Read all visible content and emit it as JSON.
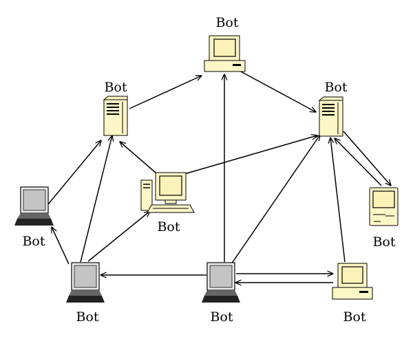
{
  "diagram": {
    "colors": {
      "device_fill": "#fdf6c6",
      "screen_fill": "#fbf2b7",
      "laptop_screen": "#c4c4c4",
      "outline": "#000000",
      "edge": "#000000"
    },
    "nodes": [
      {
        "id": "top-desktop",
        "label": "Bot",
        "device": "desktop-pc"
      },
      {
        "id": "left-server",
        "label": "Bot",
        "device": "tower-server"
      },
      {
        "id": "right-server",
        "label": "Bot",
        "device": "tower-server"
      },
      {
        "id": "left-laptop",
        "label": "Bot",
        "device": "laptop"
      },
      {
        "id": "center-computer",
        "label": "Bot",
        "device": "tower-computer"
      },
      {
        "id": "mac",
        "label": "Bot",
        "device": "classic-mac"
      },
      {
        "id": "bottom-left-laptop",
        "label": "Bot",
        "device": "laptop"
      },
      {
        "id": "bottom-center-laptop",
        "label": "Bot",
        "device": "laptop"
      },
      {
        "id": "bottom-right-desktop",
        "label": "Bot",
        "device": "desktop-pc"
      }
    ],
    "edges": [
      {
        "from": "left-server",
        "to": "top-desktop"
      },
      {
        "from": "top-desktop",
        "to": "right-server"
      },
      {
        "from": "left-laptop",
        "to": "left-server"
      },
      {
        "from": "center-computer",
        "to": "left-server"
      },
      {
        "from": "center-computer",
        "to": "right-server"
      },
      {
        "from": "bottom-left-laptop",
        "to": "left-laptop"
      },
      {
        "from": "bottom-left-laptop",
        "to": "left-server"
      },
      {
        "from": "bottom-left-laptop",
        "to": "center-computer"
      },
      {
        "from": "bottom-center-laptop",
        "to": "bottom-left-laptop"
      },
      {
        "from": "bottom-center-laptop",
        "to": "top-desktop"
      },
      {
        "from": "bottom-center-laptop",
        "to": "right-server"
      },
      {
        "from": "bottom-center-laptop",
        "to": "bottom-right-desktop"
      },
      {
        "from": "bottom-right-desktop",
        "to": "bottom-center-laptop"
      },
      {
        "from": "bottom-right-desktop",
        "to": "right-server"
      },
      {
        "from": "right-server",
        "to": "mac"
      },
      {
        "from": "mac",
        "to": "right-server"
      }
    ]
  }
}
